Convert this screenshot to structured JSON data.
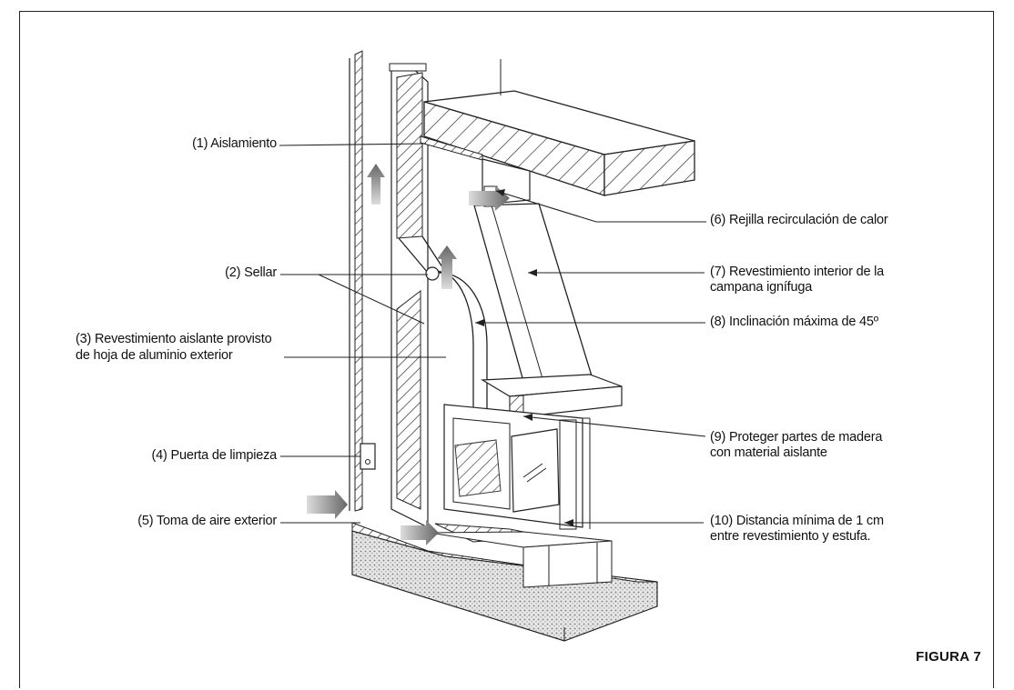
{
  "figure": {
    "label": "FIGURA 7"
  },
  "callouts": [
    {
      "id": "1",
      "text": "(1) Aislamiento"
    },
    {
      "id": "2",
      "text": "(2) Sellar"
    },
    {
      "id": "3a",
      "text": "(3) Revestimiento aislante provisto"
    },
    {
      "id": "3b",
      "text": "de hoja de aluminio exterior"
    },
    {
      "id": "4",
      "text": "(4) Puerta de limpieza"
    },
    {
      "id": "5",
      "text": "(5) Toma de aire exterior"
    },
    {
      "id": "6",
      "text": "(6) Rejilla recirculación de calor"
    },
    {
      "id": "7a",
      "text": "(7) Revestimiento interior de la"
    },
    {
      "id": "7b",
      "text": "campana ignífuga"
    },
    {
      "id": "8",
      "text": "(8) Inclinación máxima de 45º"
    },
    {
      "id": "9a",
      "text": "(9) Proteger partes de madera"
    },
    {
      "id": "9b",
      "text": "con material aislante"
    },
    {
      "id": "10a",
      "text": "(10) Distancia mínima de 1 cm"
    },
    {
      "id": "10b",
      "text": "entre revestimiento y estufa."
    }
  ]
}
